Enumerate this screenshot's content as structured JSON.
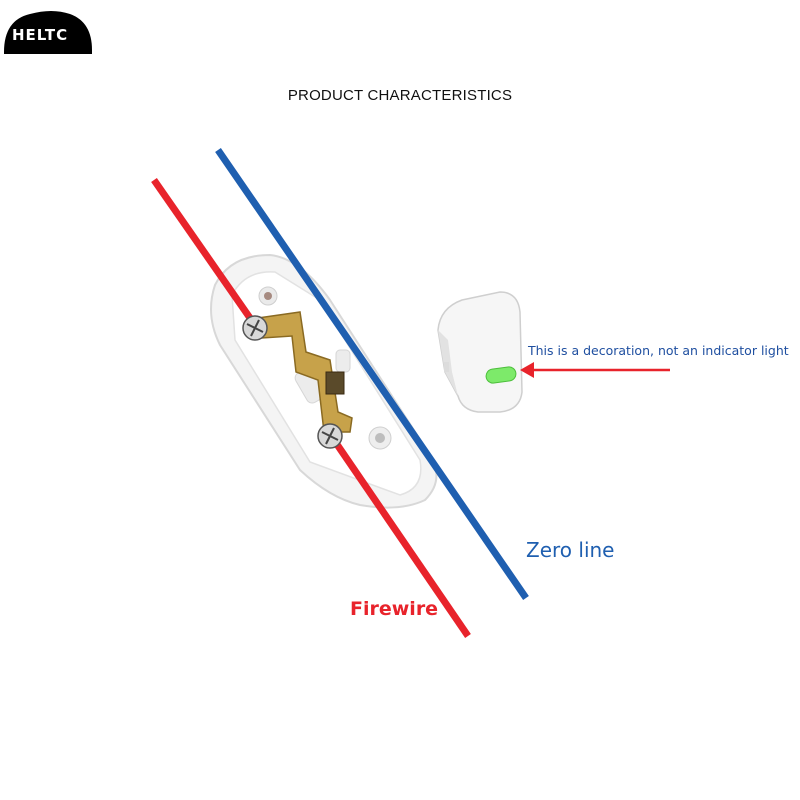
{
  "brand": {
    "logo_text": "HELTC"
  },
  "heading": "PRODUCT CHARACTERISTICS",
  "annotation": {
    "text": "This is a decoration, not an indicator light"
  },
  "labels": {
    "zero_line": "Zero line",
    "firewire": "Firewire"
  },
  "colors": {
    "firewire": "#e8232b",
    "zero_line": "#1f5fb0",
    "text_blue": "#1f4fa0",
    "indicator": "#7dea6a",
    "terminal_brass": "#c7a24a",
    "housing": "#f4f4f4"
  },
  "icons": {
    "screw": "screw-terminal",
    "logo": "heltc-logo"
  }
}
